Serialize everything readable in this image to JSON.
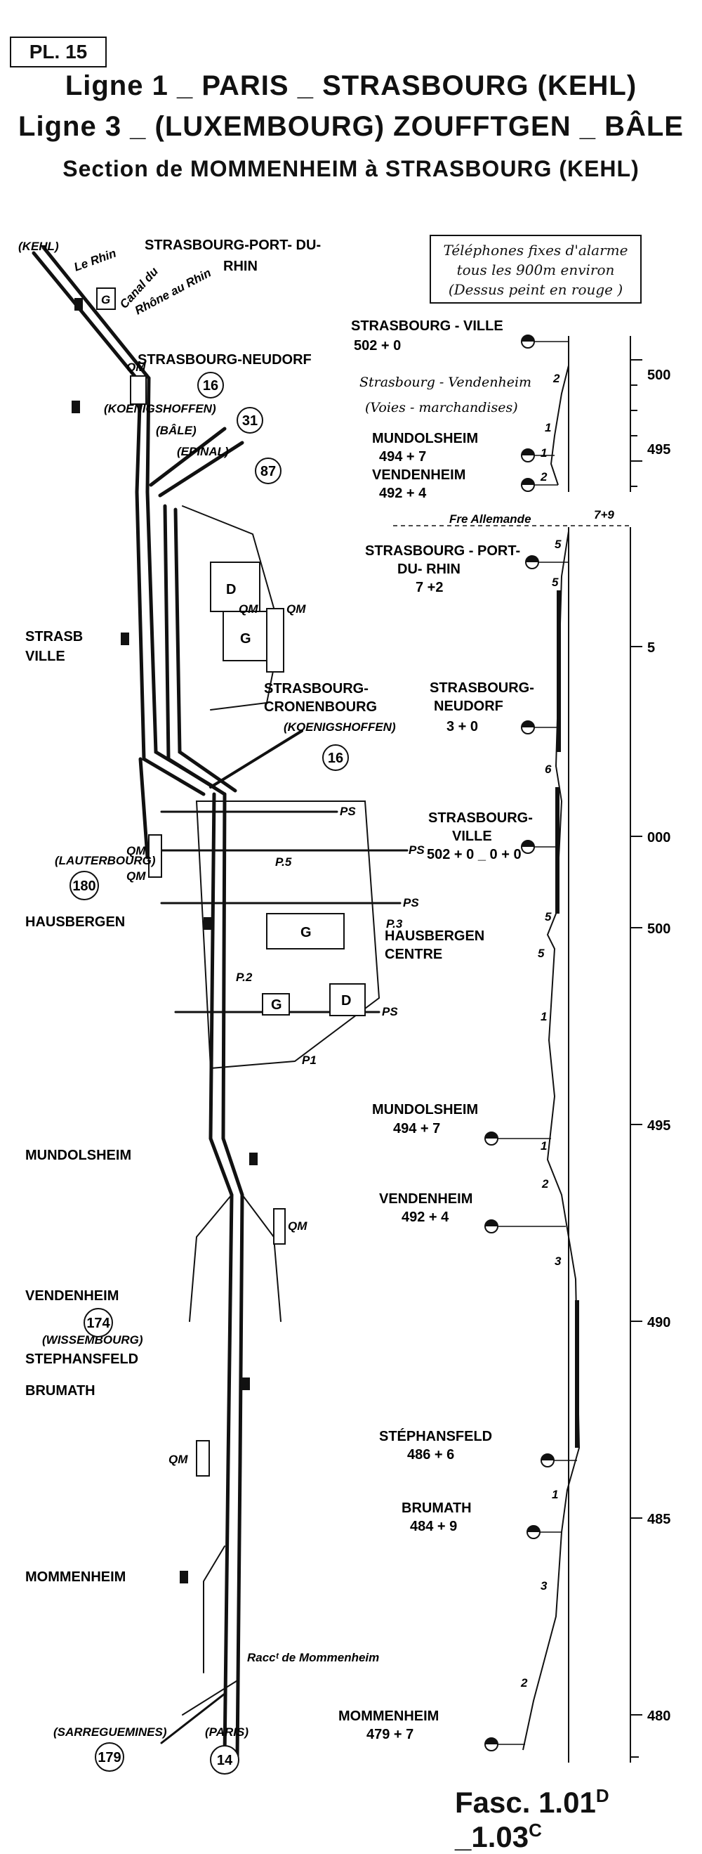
{
  "header": {
    "plate": "PL. 15",
    "line1": "Ligne 1 _ PARIS _ STRASBOURG  (KEHL)",
    "line2": "Ligne 3 _ (LUXEMBOURG)  ZOUFFTGEN _ BÂLE",
    "section": "Section de MOMMENHEIM à STRASBOURG (KEHL)"
  },
  "note": {
    "line1": "Téléphones fixes d'alarme",
    "line2": "tous les 900m environ",
    "line3": "(Dessus peint en rouge )"
  },
  "map": {
    "top_terminus": "(KEHL)",
    "river": "Le Rhin",
    "canal1": "Canal du",
    "canal2": "Rhône au Rhin",
    "port1": "STRASBOURG-PORT- DU-",
    "port2": "RHIN",
    "neudorf": "STRASBOURG-NEUDORF",
    "koenigshoffen_top": "(KOENIGSHOFFEN)",
    "bale": "(BÂLE)",
    "epinal": "(EPINAL)",
    "ville1": "STRASB",
    "ville2": "VILLE",
    "cronenbourg1": "STRASBOURG-",
    "cronenbourg2": "CRONENBOURG",
    "koenigshoffen_mid": "(KOENIGSHOFFEN)",
    "lauterbourg": "(LAUTERBOURG)",
    "hausbergen": "HAUSBERGEN",
    "hausbergen_centre1": "HAUSBERGEN",
    "hausbergen_centre2": "CENTRE",
    "mundolsheim": "MUNDOLSHEIM",
    "vendenheim": "VENDENHEIM",
    "wissembourg": "(WISSEMBOURG)",
    "stephansfeld": "STEPHANSFELD",
    "brumath": "BRUMATH",
    "mommenheim": "MOMMENHEIM",
    "raccordement": "Raccᵗ de Mommenheim",
    "sarreguemines": "(SARREGUEMINES)",
    "paris": "(PARIS)",
    "circle_16a": "16",
    "circle_31": "31",
    "circle_87": "87",
    "circle_16b": "16",
    "circle_180": "180",
    "circle_174": "174",
    "circle_179": "179",
    "circle_14": "14",
    "g": "G",
    "d": "D",
    "qm": "QM",
    "ps": "PS",
    "p3": "P.3",
    "p5": "P.5",
    "p1": "P1",
    "p2": "P.2"
  },
  "profile_top": {
    "stations": [
      {
        "name": "STRASBOURG - VILLE",
        "km": "502 + 0"
      },
      {
        "name": "MUNDOLSHEIM",
        "km": "494 + 7"
      },
      {
        "name": "VENDENHEIM",
        "km": "492 + 4"
      }
    ],
    "subtitle1": "Strasbourg - Vendenheim",
    "subtitle2": "(Voies - marchandises)",
    "km_labels": [
      "500",
      "495"
    ],
    "gradients": [
      "2",
      "1",
      "1",
      "2"
    ]
  },
  "profile_main": {
    "frontier": "Fre Allemande",
    "frontier_km": "7+9",
    "stations": [
      {
        "name1": "STRASBOURG - PORT-",
        "name2": "DU- RHIN",
        "km": "7 +2"
      },
      {
        "name1": "STRASBOURG-",
        "name2": "NEUDORF",
        "km": "3 + 0"
      },
      {
        "name1": "STRASBOURG-",
        "name2": "VILLE",
        "km": "502 + 0 _ 0 + 0"
      },
      {
        "name1": "MUNDOLSHEIM",
        "name2": "",
        "km": "494 + 7"
      },
      {
        "name1": "VENDENHEIM",
        "name2": "",
        "km": "492 + 4"
      },
      {
        "name1": "STÉPHANSFELD",
        "name2": "",
        "km": "486 + 6"
      },
      {
        "name1": "BRUMATH",
        "name2": "",
        "km": "484 + 9"
      },
      {
        "name1": "MOMMENHEIM",
        "name2": "",
        "km": "479 + 7"
      }
    ],
    "km_labels": [
      "5",
      "000",
      "500",
      "495",
      "490",
      "485",
      "480"
    ],
    "gradients": [
      "5",
      "5",
      "6",
      "5",
      "5",
      "1",
      "1",
      "2",
      "3",
      "1",
      "3",
      "2"
    ]
  },
  "footer": {
    "fasc_main": "Fasc. 1.01",
    "fasc_sup1": "D",
    "fasc_mid": " _1.03",
    "fasc_sup2": "C"
  }
}
